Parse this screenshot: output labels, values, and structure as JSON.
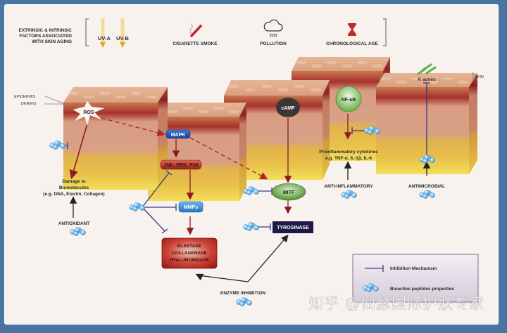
{
  "header": {
    "title_lines": [
      "EXTRINSIC & INTRINSIC",
      "FACTORS ASSOCIATED",
      "WITH SKIN AGING"
    ],
    "factors": [
      {
        "id": "uva",
        "label": "UV-A",
        "icon": "uv-arrow-icon"
      },
      {
        "id": "uvb",
        "label": "UV-B",
        "icon": "uv-arrow-icon"
      },
      {
        "id": "smoke",
        "label": "CIGARETTE SMOKE",
        "icon": "cigarette-icon"
      },
      {
        "id": "pollution",
        "label": "POLLUTION",
        "icon": "cloud-icon"
      },
      {
        "id": "age",
        "label": "CHRONOLOGICAL AGE",
        "icon": "hourglass-icon"
      }
    ]
  },
  "skin_labels": {
    "epidermis": "EPIDERMIS",
    "dermis": "DERMIS",
    "skin": "SKIN"
  },
  "nodes": {
    "ros": "ROS",
    "mapk": "MAPK",
    "jnk": "JNK, ERK, P38",
    "mmps": "MMPs",
    "enzymes": [
      "ELASTASE",
      "COLLAGENASE",
      "HYALURONIDASE"
    ],
    "camp": "cAMP",
    "mitf": "MITF",
    "tyrosinase": "TYROSINASE",
    "nfkb": "NF-κB",
    "pacnes": "P. acnes"
  },
  "outcomes": {
    "damage": [
      "Damage to",
      "Biomolecules",
      "(e.g. DNA, Elastin, Collagen)"
    ],
    "cytokines": [
      "Proinflammatory cytokines",
      "e.g. TNF-α, IL-1β, IL-6"
    ]
  },
  "properties": {
    "antioxidant": "ANTIOXIDANT",
    "enzyme_inhibition": "ENZYME INHIBITION",
    "anti_inflammatory": "ANTI-INFLAMMATORY",
    "antimicrobial": "ANTIMICROBIAL"
  },
  "legend": {
    "inhibition": "Inhibition Mechanism",
    "peptides": "Bioactive peptides properties"
  },
  "colors": {
    "frame": "#4a75a3",
    "background": "#f7f2ee",
    "mapk": "#1f5bb5",
    "jnk": "#c0392b",
    "mmps": "#3d8fd6",
    "enzyme_box": "#b8281e",
    "camp": "#3a3734",
    "mitf": "#5c9c3a",
    "tyrosinase": "#1d1a4a",
    "nfkb": "#6fb24c",
    "inhibition_line": "#3b3a86",
    "activation_arrow": "#8b1c24"
  },
  "watermark": "知乎 @仙瑟国际护肤专家"
}
